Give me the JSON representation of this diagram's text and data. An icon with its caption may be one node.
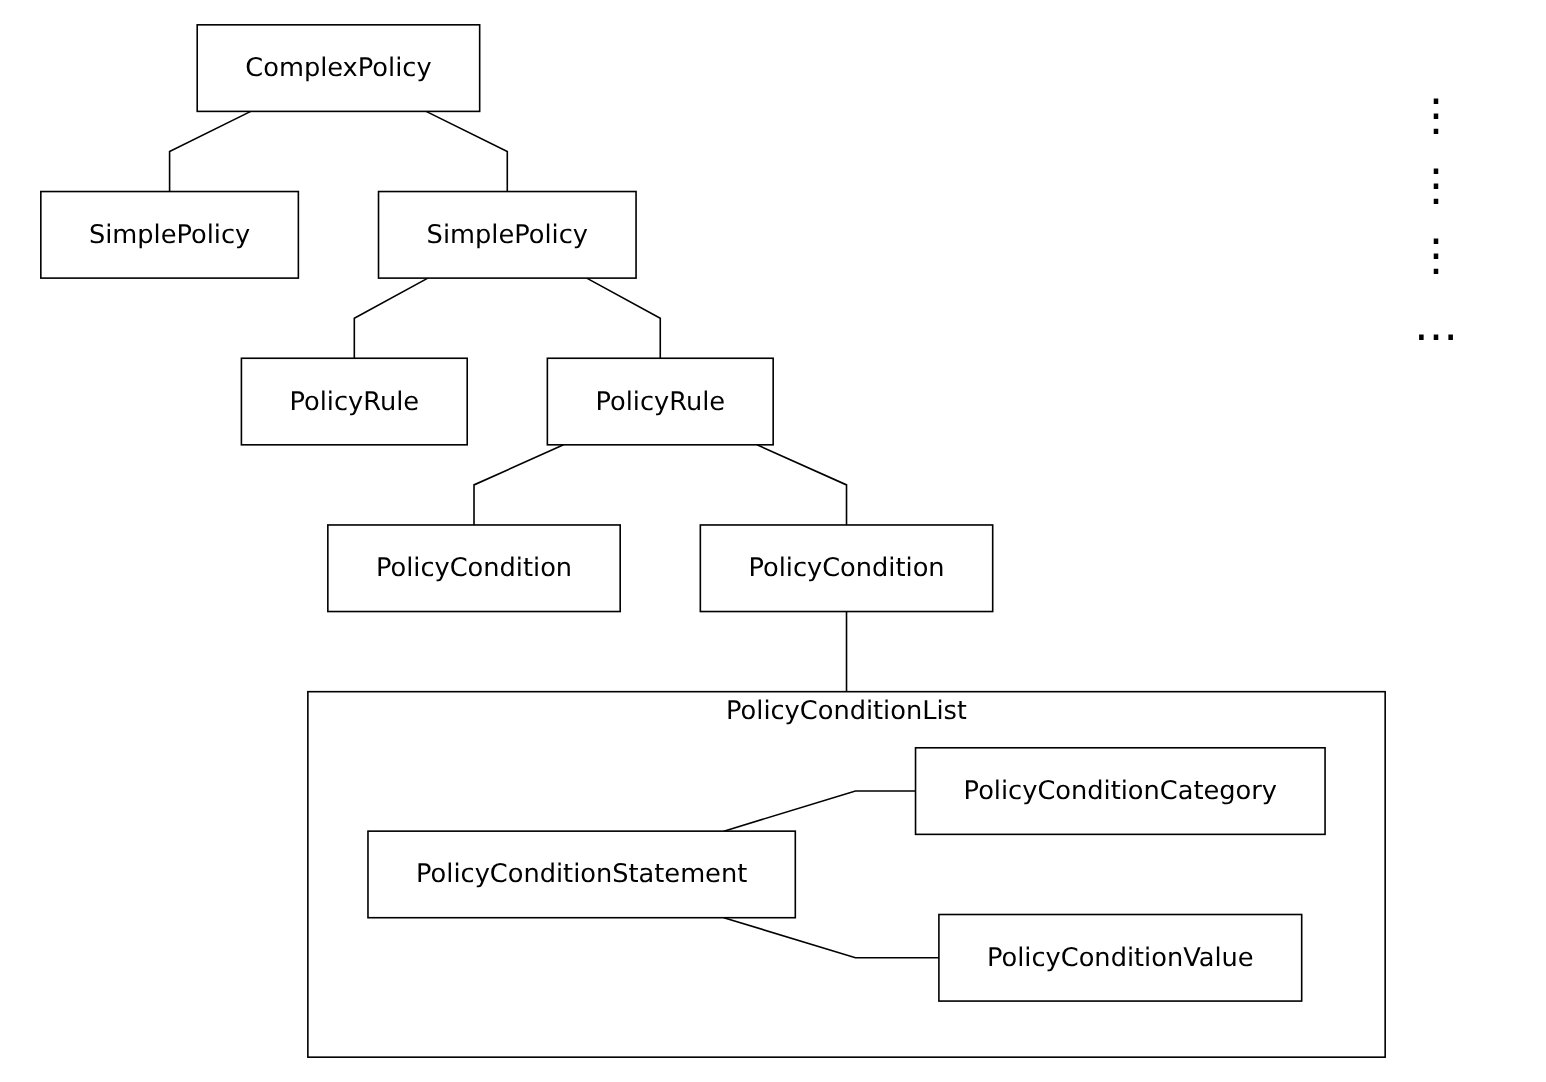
{
  "diagram": {
    "nodes": [
      {
        "text": [
          "ComplexPolicy"
        ]
      },
      {
        "text": [
          "SimplePolicy"
        ]
      },
      {
        "text": [
          "SimplePolicy"
        ]
      },
      {
        "text": [
          "PolicyRule"
        ]
      },
      {
        "text": [
          "PolicyRule"
        ]
      },
      {
        "text": [
          "PolicyCondition"
        ]
      },
      {
        "text": [
          "PolicyCondition"
        ]
      },
      {
        "text": [
          "PolicyConditionList"
        ]
      },
      {
        "text": [
          "PolicyConditionStatement"
        ],
        "in": 7
      },
      {
        "text": [
          "PolicyConditionCategory"
        ],
        "in": 7
      },
      {
        "text": [
          "PolicyConditionValue"
        ],
        "in": 7
      }
    ],
    "edges": [
      {
        "from": 0,
        "to": 1,
        "arrow": "none"
      },
      {
        "from": 0,
        "to": 2,
        "arrow": "none"
      },
      {
        "from": 2,
        "to": 3,
        "arrow": "none"
      },
      {
        "from": 2,
        "to": 4,
        "arrow": "none"
      },
      {
        "from": 4,
        "to": 5,
        "arrow": "none"
      },
      {
        "from": 4,
        "to": 6,
        "arrow": "none"
      },
      {
        "from": 6,
        "to": 7,
        "arrow": "none"
      },
      {
        "from": 8,
        "to": 9,
        "arrow": "none"
      },
      {
        "from": 8,
        "to": 10,
        "arrow": "none"
      }
    ],
    "labels": [
      "⋮",
      "⋮",
      "⋮",
      "…"
    ]
  }
}
